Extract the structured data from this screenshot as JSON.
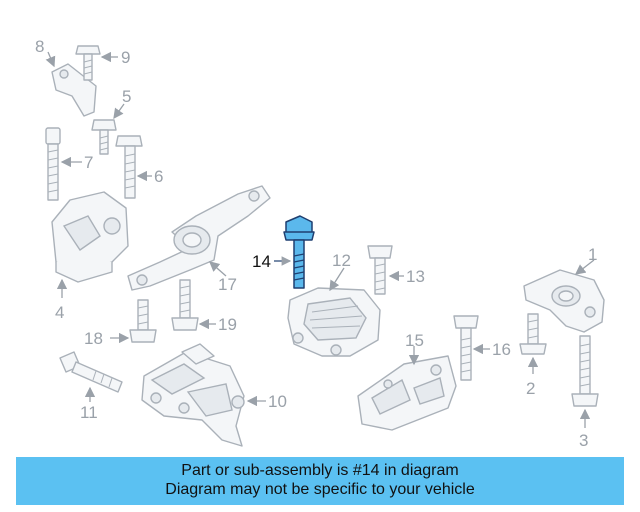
{
  "diagram": {
    "callouts": [
      "1",
      "2",
      "3",
      "4",
      "5",
      "6",
      "7",
      "8",
      "9",
      "10",
      "11",
      "12",
      "13",
      "14",
      "15",
      "16",
      "17",
      "18",
      "19"
    ],
    "highlighted_part": "14",
    "colors": {
      "highlight_fill": "#5bb8ec",
      "highlight_outline": "#1f3f70",
      "line_art": "#aab1b9",
      "callout_text": "#9aa1a9",
      "banner_bg": "#5bc1f2"
    }
  },
  "banner": {
    "line1": "Part or sub-assembly is #14 in diagram",
    "line2": "Diagram may not be specific to your vehicle"
  }
}
